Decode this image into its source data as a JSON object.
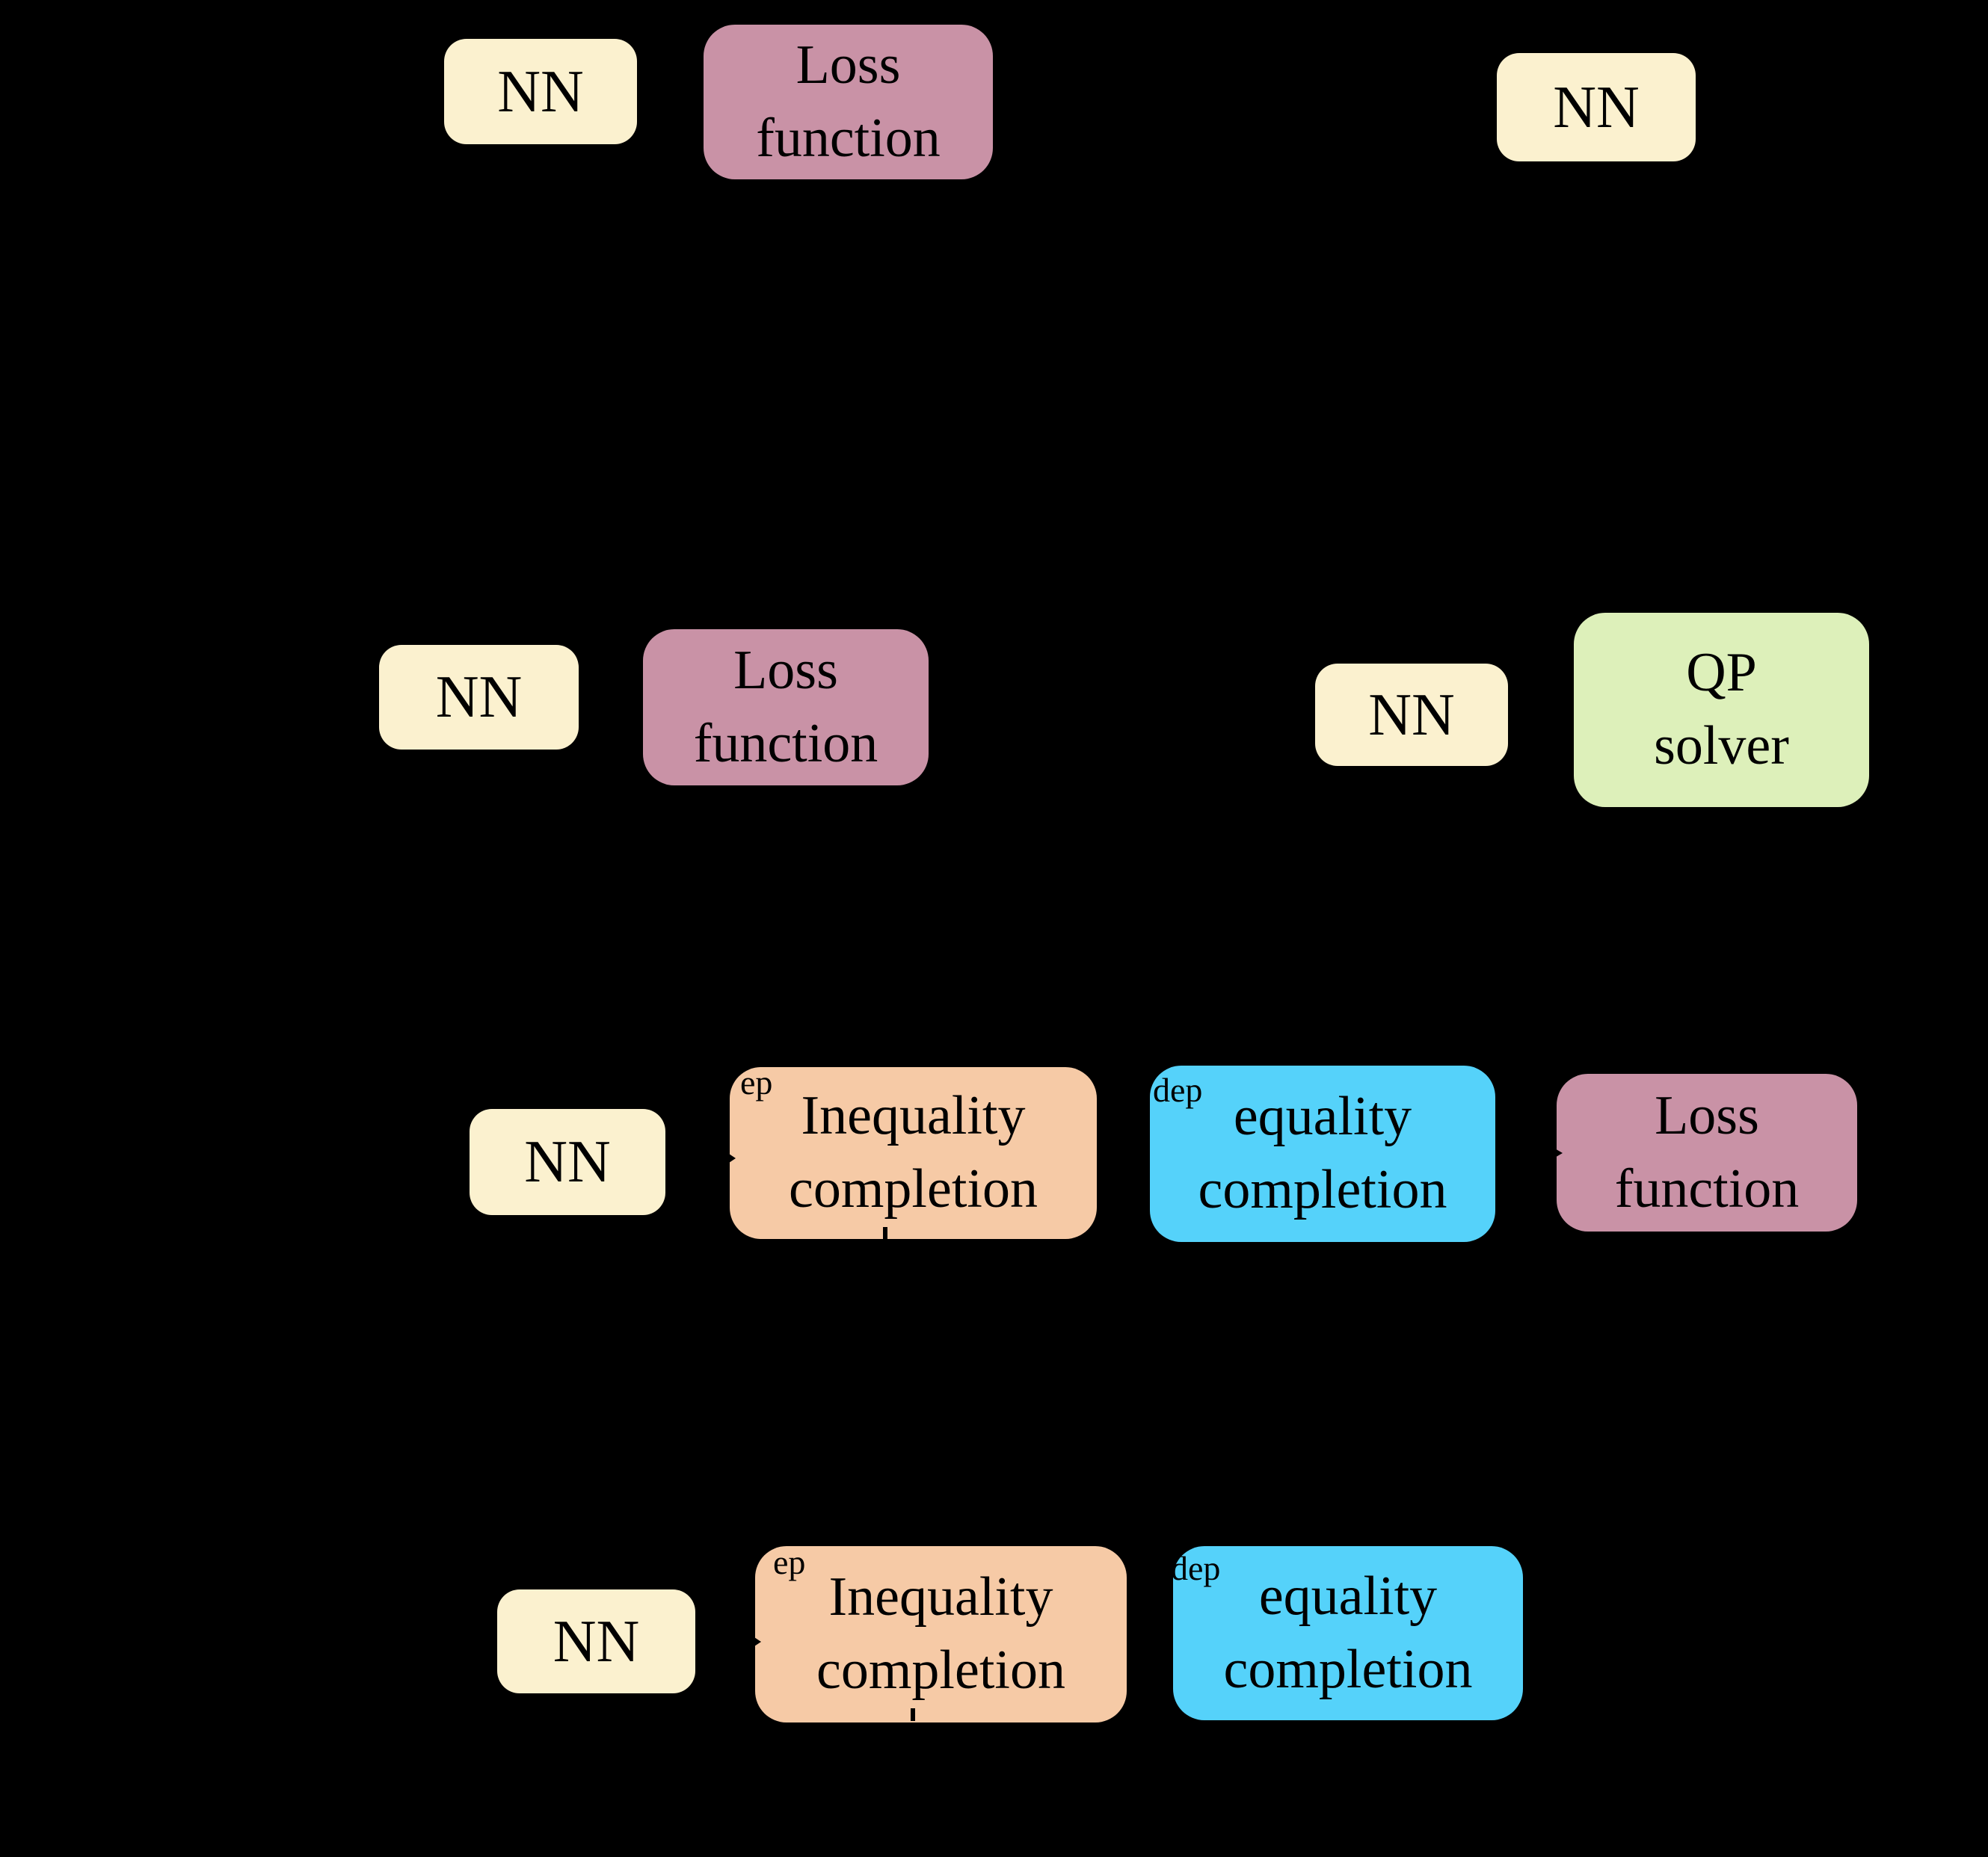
{
  "diagram": {
    "background_color": "#000000",
    "text_color": "#000000"
  },
  "colors": {
    "nn_box": "#FBF1CF",
    "loss_function_box": "#C992A6",
    "qp_solver_box": "#DDF0BA",
    "inequality_completion_box": "#F6CAA6",
    "equality_completion_box": "#55D2FA"
  },
  "boxes": {
    "nn1": "NN",
    "loss1": "Loss\nfunction",
    "nn2": "NN",
    "nn3": "NN",
    "loss2": "Loss\nfunction",
    "nn4": "NN",
    "qp": "QP\nsolver",
    "nn5": "NN",
    "ineq1": "Inequality\ncompletion",
    "eq1": "equality\ncompletion",
    "loss3": "Loss\nfunction",
    "nn6": "NN",
    "ineq2": "Inequality\ncompletion",
    "eq2": "equality\ncompletion"
  },
  "fragments": {
    "ineq1_superscript": "ep",
    "eq1_superscript": "dep",
    "ineq2_superscript": "ep",
    "eq2_superscript": "dep"
  }
}
